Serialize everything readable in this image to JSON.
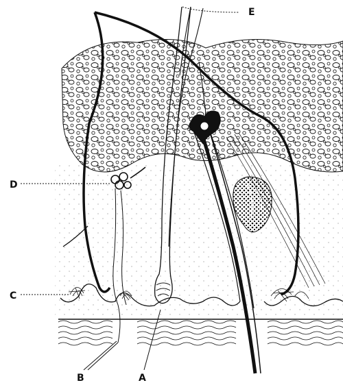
{
  "labels": {
    "a": "A",
    "b": "B",
    "c": "C",
    "d": "D",
    "e": "E"
  },
  "colors": {
    "ink": "#111111",
    "paper": "#ffffff",
    "stipple": "#888888"
  }
}
